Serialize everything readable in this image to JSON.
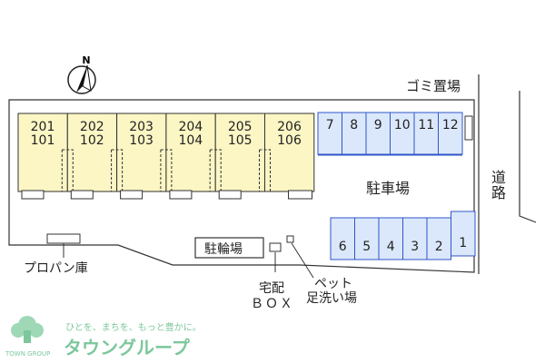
{
  "compass": {
    "label": "N"
  },
  "buildings": [
    {
      "upper": "201",
      "lower": "101"
    },
    {
      "upper": "202",
      "lower": "102"
    },
    {
      "upper": "203",
      "lower": "103"
    },
    {
      "upper": "204",
      "lower": "104"
    },
    {
      "upper": "205",
      "lower": "105"
    },
    {
      "upper": "206",
      "lower": "106"
    }
  ],
  "parking_top": [
    "7",
    "8",
    "9",
    "10",
    "11",
    "12"
  ],
  "parking_bottom": [
    "6",
    "5",
    "4",
    "3",
    "2",
    "1"
  ],
  "labels": {
    "garbage": "ゴミ置場",
    "parking": "駐車場",
    "road_1": "道",
    "road_2": "路",
    "bicycle": "駐輪場",
    "delivery_1": "宅配",
    "delivery_2": "ＢＯＸ",
    "pet_1": "ペット",
    "pet_2": "足洗い場",
    "propane": "プロパン庫"
  },
  "logo": {
    "tagline": "ひとを、まちを、もっと豊かに。",
    "name": "タウングループ",
    "small": "TOWN GROUP"
  },
  "colors": {
    "building_fill": "#fbf6c4",
    "parking_fill": "#dbe8fb",
    "parking_stroke": "#2f55c8",
    "line": "#333333",
    "logo_green": "#7cc79c"
  }
}
